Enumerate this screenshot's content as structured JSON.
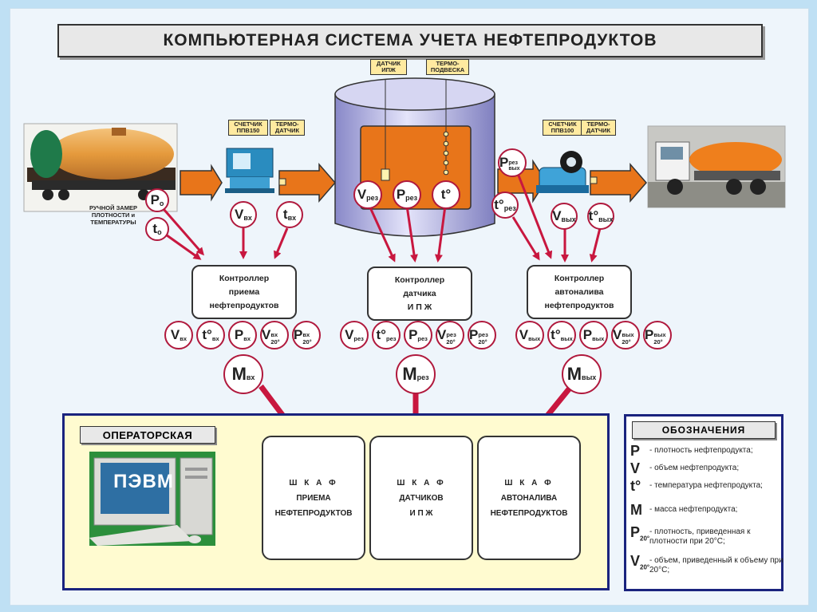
{
  "title": "КОМПЬЮТЕРНАЯ СИСТЕМА УЧЕТА НЕФТЕПРОДУКТОВ",
  "tank_labels": {
    "density_sensor": [
      "ДАТЧИК",
      "ИПЖ"
    ],
    "thermo_suspension": [
      "ТЕРМО-",
      "ПОДВЕСКА"
    ]
  },
  "intake": {
    "meter": [
      "СЧЕТЧИК",
      "ППВ150"
    ],
    "thermo": [
      "ТЕРМО-",
      "ДАТЧИК"
    ],
    "manual_note": "РУЧНОЙ ЗАМЕР ПЛОТНОСТИ и ТЕМПЕРАТУРЫ"
  },
  "outflow": {
    "meter": [
      "СЧЕТЧИК",
      "ППВ100"
    ],
    "thermo": [
      "ТЕРМО-",
      "ДАТЧИК"
    ]
  },
  "sensors": {
    "rho0": {
      "m": "P",
      "s": "o"
    },
    "t0": {
      "m": "t",
      "s": "o"
    },
    "v_in": {
      "m": "V",
      "s": "вх"
    },
    "t_in": {
      "m": "t",
      "s": "вх"
    },
    "v_res": {
      "m": "V",
      "s": "рез"
    },
    "rho_res": {
      "m": "P",
      "s": "рез"
    },
    "t_res": {
      "m": "t°",
      "s": ""
    },
    "rho_res_out": {
      "m": "P",
      "s": "рез вых"
    },
    "t_res_out": {
      "m": "t°",
      "s": "рез"
    },
    "v_out": {
      "m": "V",
      "s": "вых"
    },
    "t_out": {
      "m": "t°",
      "s": "вых"
    }
  },
  "controllers": [
    {
      "lines": [
        "Контроллер",
        "приема",
        "нефтепродуктов"
      ]
    },
    {
      "lines": [
        "Контроллер",
        "датчика",
        "И П Ж"
      ]
    },
    {
      "lines": [
        "Контроллер",
        "автоналива",
        "нефтепродуктов"
      ]
    }
  ],
  "params_intake": [
    {
      "m": "V",
      "s": "вх"
    },
    {
      "m": "t°",
      "s": "вх"
    },
    {
      "m": "P",
      "s": "вх"
    },
    {
      "m": "V",
      "s": "вх 20°"
    },
    {
      "m": "P",
      "s": "вх 20°"
    }
  ],
  "params_tank": [
    {
      "m": "V",
      "s": "рез"
    },
    {
      "m": "t°",
      "s": "рез"
    },
    {
      "m": "P",
      "s": "рез"
    },
    {
      "m": "V",
      "s": "рез 20°"
    },
    {
      "m": "P",
      "s": "рез 20°"
    }
  ],
  "params_out": [
    {
      "m": "V",
      "s": "вых"
    },
    {
      "m": "t°",
      "s": "вых"
    },
    {
      "m": "P",
      "s": "вых"
    },
    {
      "m": "V",
      "s": "вых 20°"
    },
    {
      "m": "P",
      "s": "вых 20°"
    }
  ],
  "mass": [
    {
      "m": "M",
      "s": "вх"
    },
    {
      "m": "M",
      "s": "рез"
    },
    {
      "m": "M",
      "s": "вых"
    }
  ],
  "operator_title": "ОПЕРАТОРСКАЯ",
  "pc_label": "ПЭВМ",
  "cabinets": [
    {
      "lines": [
        "Ш К А Ф",
        "ПРИЕМА",
        "НЕФТЕПРОДУКТОВ"
      ]
    },
    {
      "lines": [
        "Ш К А Ф",
        "ДАТЧИКОВ",
        "И П Ж"
      ]
    },
    {
      "lines": [
        "Ш К А Ф",
        "АВТОНАЛИВА",
        "НЕФТЕПРОДУКТОВ"
      ]
    }
  ],
  "legend": {
    "title": "ОБОЗНАЧЕНИЯ",
    "items": [
      {
        "sym": "P",
        "sub": "",
        "text": "- плотность нефтепродукта;"
      },
      {
        "sym": "V",
        "sub": "",
        "text": "- объем нефтепродукта;"
      },
      {
        "sym": "t°",
        "sub": "",
        "text": "- температура нефтепродукта;"
      },
      {
        "sym": "M",
        "sub": "",
        "text": "- масса нефтепродукта;"
      },
      {
        "sym": "P",
        "sub": "20°",
        "text": "- плотность, приведенная к плотности при 20°С;"
      },
      {
        "sym": "V",
        "sub": "20°",
        "text": "- объем, приведенный к объему при 20°С;"
      }
    ]
  },
  "colors": {
    "arrow": "#c8173f",
    "pipe": "#e8751a",
    "frame": "#1a237e",
    "tank": "#c8c8ec"
  }
}
